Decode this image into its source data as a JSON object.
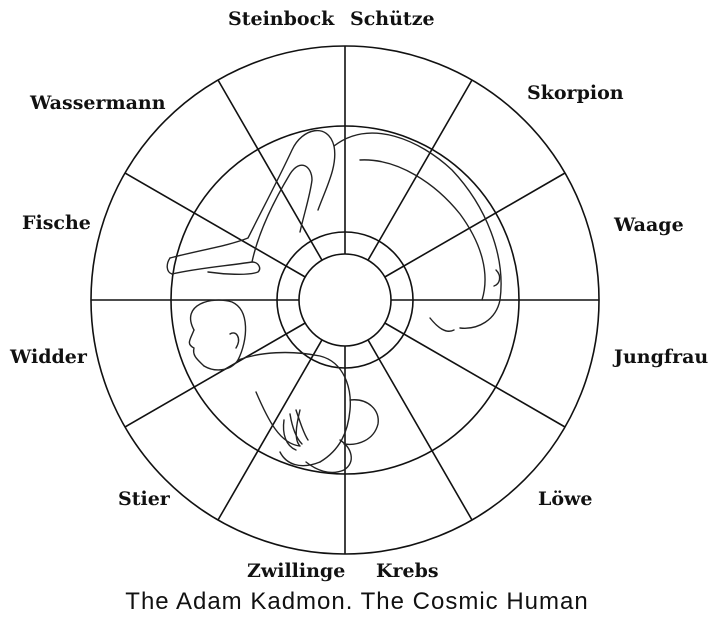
{
  "diagram": {
    "signs": {
      "steinbock": "Steinbock",
      "schuetze": "Schütze",
      "skorpion": "Skorpion",
      "waage": "Waage",
      "jungfrau": "Jungfrau",
      "loewe": "Löwe",
      "krebs": "Krebs",
      "zwillinge": "Zwillinge",
      "stier": "Stier",
      "widder": "Widder",
      "fische": "Fische",
      "wassermann": "Wassermann"
    },
    "sector_count": 12,
    "ring_count": 4,
    "line_color": "#111111"
  },
  "caption": "The Adam Kadmon.  The Cosmic Human"
}
